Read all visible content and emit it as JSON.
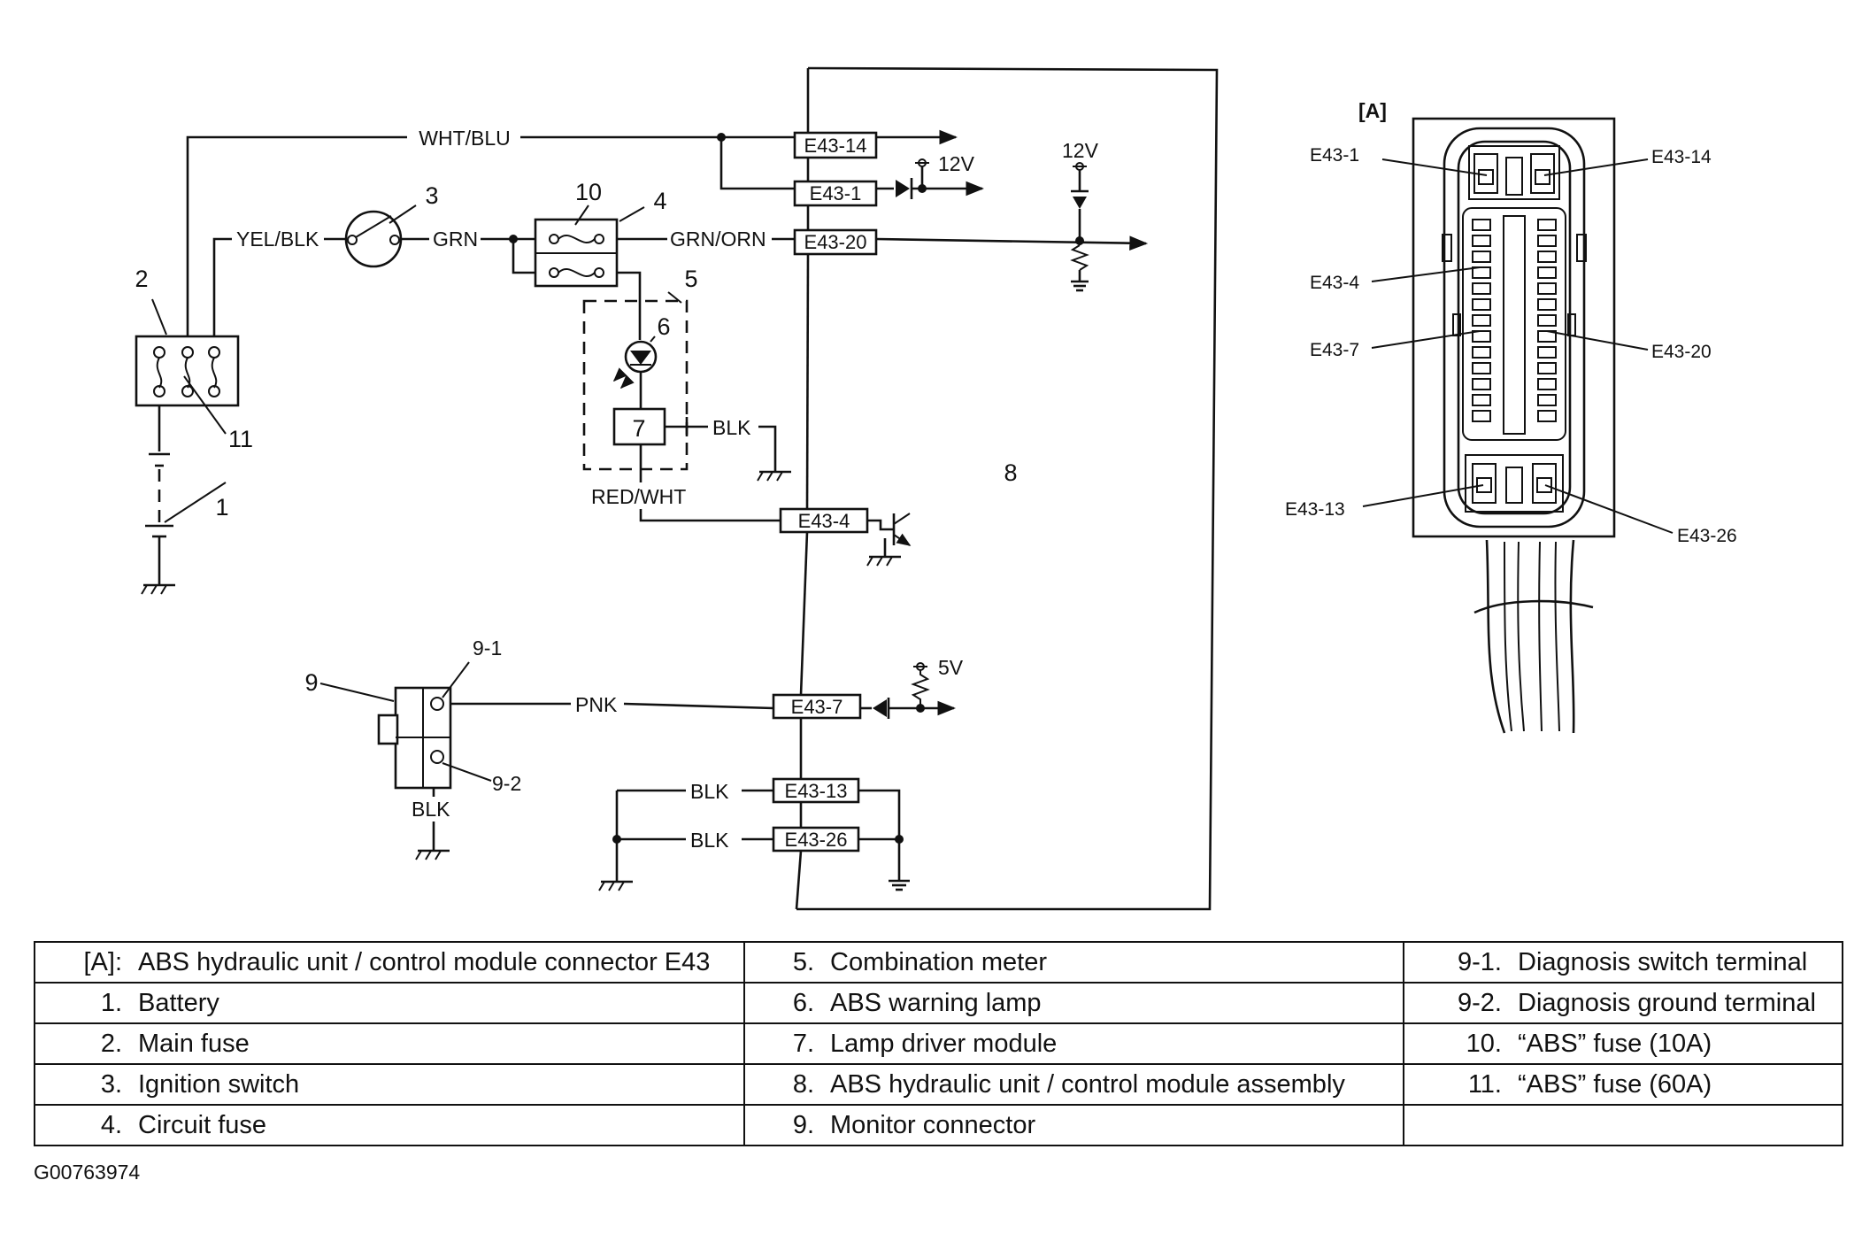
{
  "wires": {
    "wht_blu": "WHT/BLU",
    "yel_blk": "YEL/BLK",
    "grn": "GRN",
    "grn_orn": "GRN/ORN",
    "red_wht": "RED/WHT",
    "pnk": "PNK",
    "blk": "BLK"
  },
  "voltages": {
    "v12": "12V",
    "v5": "5V"
  },
  "component_numbers": [
    "1",
    "2",
    "3",
    "4",
    "5",
    "6",
    "7",
    "8",
    "9",
    "9-1",
    "9-2",
    "10",
    "11"
  ],
  "terminals": [
    "E43-14",
    "E43-1",
    "E43-20",
    "E43-4",
    "E43-7",
    "E43-13",
    "E43-26"
  ],
  "connector_view": {
    "title": "[A]",
    "labels": [
      "E43-1",
      "E43-14",
      "E43-4",
      "E43-7",
      "E43-20",
      "E43-13",
      "E43-26"
    ]
  },
  "legend": [
    [
      {
        "num": "[A]:",
        "text": "ABS hydraulic unit / control module connector E43"
      },
      {
        "num": "5.",
        "text": "Combination meter"
      },
      {
        "num": "9-1.",
        "text": "Diagnosis switch terminal"
      }
    ],
    [
      {
        "num": "1.",
        "text": "Battery"
      },
      {
        "num": "6.",
        "text": "ABS warning lamp"
      },
      {
        "num": "9-2.",
        "text": "Diagnosis ground terminal"
      }
    ],
    [
      {
        "num": "2.",
        "text": "Main fuse"
      },
      {
        "num": "7.",
        "text": "Lamp driver module"
      },
      {
        "num": "10.",
        "text": "“ABS” fuse (10A)"
      }
    ],
    [
      {
        "num": "3.",
        "text": "Ignition switch"
      },
      {
        "num": "8.",
        "text": "ABS hydraulic unit / control module assembly"
      },
      {
        "num": "11.",
        "text": "“ABS” fuse (60A)"
      }
    ],
    [
      {
        "num": "4.",
        "text": "Circuit fuse"
      },
      {
        "num": "9.",
        "text": "Monitor connector"
      },
      {
        "num": "",
        "text": ""
      }
    ]
  ],
  "figure_code": "G00763974"
}
